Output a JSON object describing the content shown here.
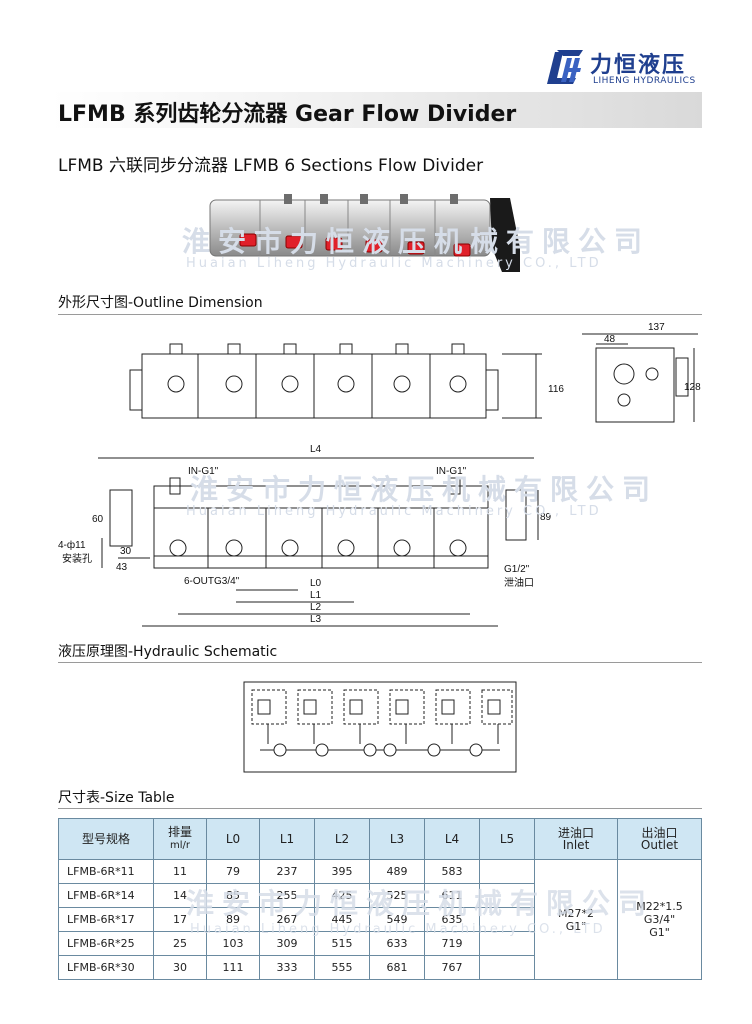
{
  "brand": {
    "name_cn": "力恒液压",
    "name_en": "LIHENG HYDRAULICS"
  },
  "title": "LFMB 系列齿轮分流器 Gear Flow Divider",
  "subtitle": "LFMB 六联同步分流器 LFMB 6 Sections Flow Divider",
  "watermark": {
    "cn": "淮安市力恒液压机械有限公司",
    "en": "Huaian Liheng Hydraulic Machinery CO., LTD"
  },
  "sections": {
    "outline": "外形尺寸图-Outline Dimension",
    "schematic": "液压原理图-Hydraulic Schematic",
    "size_table": "尺寸表-Size Table"
  },
  "drawing": {
    "dim_137": "137",
    "dim_48": "48",
    "dim_116": "116",
    "dim_128": "128",
    "L4": "L4",
    "L0": "L0",
    "L1": "L1",
    "L2": "L2",
    "L3": "L3",
    "in_left": "IN-G1\"",
    "in_right": "IN-G1\"",
    "dim_60": "60",
    "dim_89": "89",
    "dim_30": "30",
    "dim_43": "43",
    "holes": "4-ф11",
    "holes_cn": "安装孔",
    "outlets": "6-OUTG3/4\"",
    "drain": "G1/2\"",
    "drain_cn": "泄油口"
  },
  "table": {
    "headers": {
      "model": "型号规格",
      "disp_cn": "排量",
      "disp_unit": "ml/r",
      "L0": "L0",
      "L1": "L1",
      "L2": "L2",
      "L3": "L3",
      "L4": "L4",
      "L5": "L5",
      "inlet_cn": "进油口",
      "inlet_en": "Inlet",
      "outlet_cn": "出油口",
      "outlet_en": "Outlet"
    },
    "rows": [
      {
        "model": "LFMB-6R*11",
        "disp": "11",
        "L0": "79",
        "L1": "237",
        "L2": "395",
        "L3": "489",
        "L4": "583"
      },
      {
        "model": "LFMB-6R*14",
        "disp": "14",
        "L0": "85",
        "L1": "255",
        "L2": "425",
        "L3": "525",
        "L4": "611"
      },
      {
        "model": "LFMB-6R*17",
        "disp": "17",
        "L0": "89",
        "L1": "267",
        "L2": "445",
        "L3": "549",
        "L4": "635"
      },
      {
        "model": "LFMB-6R*25",
        "disp": "25",
        "L0": "103",
        "L1": "309",
        "L2": "515",
        "L3": "633",
        "L4": "719"
      },
      {
        "model": "LFMB-6R*30",
        "disp": "30",
        "L0": "111",
        "L1": "333",
        "L2": "555",
        "L3": "681",
        "L4": "767"
      }
    ],
    "inlet": {
      "line1": "M27*2",
      "line2": "G1\""
    },
    "outlet": {
      "line1": "M22*1.5",
      "line2": "G3/4\"",
      "line3": "G1\""
    }
  }
}
